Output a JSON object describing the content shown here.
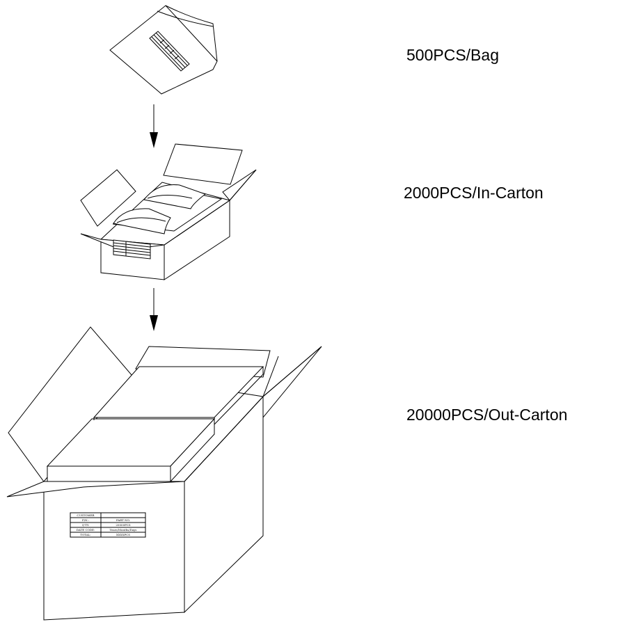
{
  "stages": [
    {
      "id": "bag",
      "label": "500PCS/Bag"
    },
    {
      "id": "in_carton",
      "label": "2000PCS/In-Carton"
    },
    {
      "id": "out_carton",
      "label": "20000PCS/Out-Carton"
    }
  ],
  "carton_label": {
    "rows": [
      {
        "key": "CUSTOMER",
        "value": ""
      },
      {
        "key": "P/N.:",
        "value": "PART NO."
      },
      {
        "key": "Q'TY:",
        "value": "20000PCS"
      },
      {
        "key": "DATE CODE:",
        "value": "Years/Months/Days"
      },
      {
        "key": "TOTAL:",
        "value": "XXXXPCS"
      }
    ]
  }
}
